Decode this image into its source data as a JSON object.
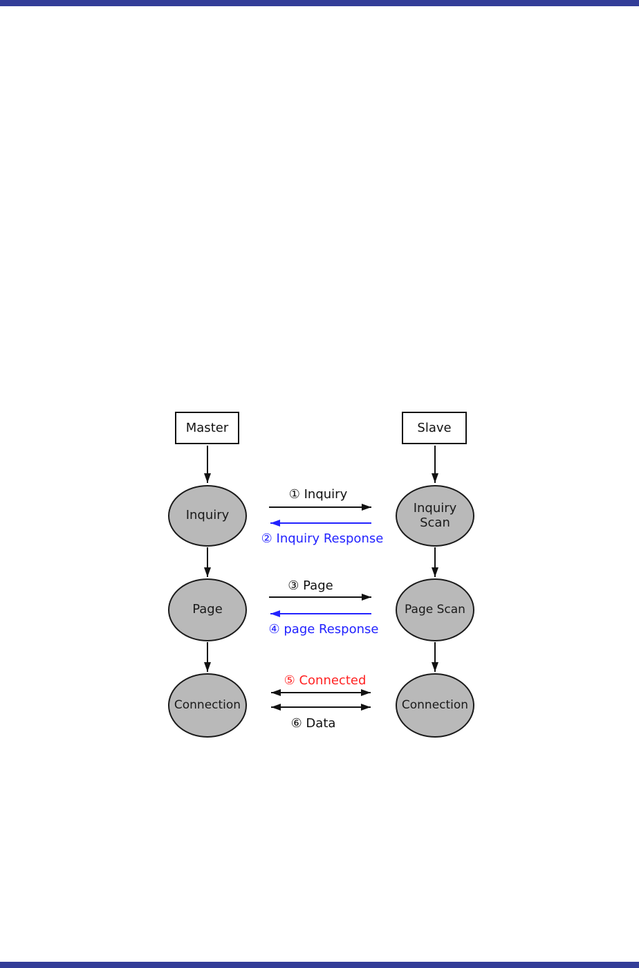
{
  "page": {
    "background_color": "#ffffff",
    "top_bar_color": "#333d98",
    "bottom_bar_color": "#333d98"
  },
  "diagram": {
    "boxes": [
      {
        "id": "master",
        "label": "Master"
      },
      {
        "id": "slave",
        "label": "Slave"
      }
    ],
    "master_states": [
      {
        "label": "Inquiry"
      },
      {
        "label": "Page"
      },
      {
        "label": "Connection"
      }
    ],
    "slave_states": [
      {
        "label": "Inquiry\nScan"
      },
      {
        "label": "Page Scan"
      },
      {
        "label": "Connection"
      }
    ],
    "messages": [
      {
        "num": "①",
        "label": "① Inquiry",
        "color": "#111111",
        "direction": "master-to-slave"
      },
      {
        "num": "②",
        "label": "② Inquiry Response",
        "color": "#2222ff",
        "direction": "slave-to-master"
      },
      {
        "num": "③",
        "label": "③ Page",
        "color": "#111111",
        "direction": "master-to-slave"
      },
      {
        "num": "④",
        "label": "④ page Response",
        "color": "#2222ff",
        "direction": "slave-to-master"
      },
      {
        "num": "⑤",
        "label": "⑤ Connected",
        "color": "#ff2222",
        "direction": "bidirectional"
      },
      {
        "num": "⑥",
        "label": "⑥ Data",
        "color": "#111111",
        "direction": "bidirectional"
      }
    ],
    "colors": {
      "node_fill": "#b9b9b9",
      "node_border": "#1a1a1a",
      "arrow_black": "#111111",
      "arrow_blue": "#2222ff",
      "label_red": "#ff2222"
    }
  }
}
